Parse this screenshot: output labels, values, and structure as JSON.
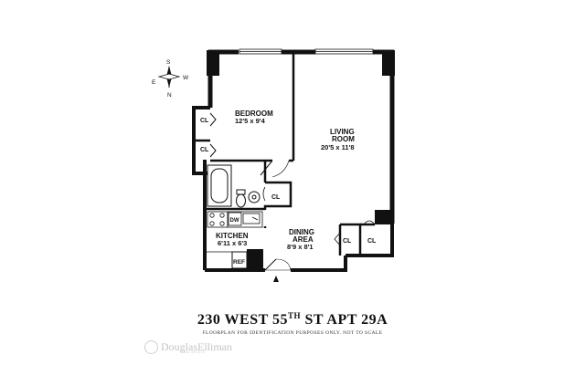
{
  "rooms": {
    "bedroom": {
      "name": "BEDROOM",
      "dims": "12'5 x 9'4"
    },
    "living": {
      "name1": "LIVING",
      "name2": "ROOM",
      "dims": "20'5 x 11'8"
    },
    "kitchen": {
      "name": "KITCHEN",
      "dims": "6'11 x 6'3"
    },
    "dining": {
      "name1": "DINING",
      "name2": "AREA",
      "dims": "8'9 x 8'1"
    }
  },
  "fixtures": {
    "closet": "CL",
    "dishwasher": "DW",
    "refrigerator": "REF"
  },
  "compass": {
    "s": "S",
    "w": "W",
    "e": "E",
    "n": "N"
  },
  "title": {
    "pre": "230 WEST 55",
    "sup": "TH",
    "post": " ST APT 29A"
  },
  "disclaimer": "FLOORPLAN FOR IDENTIFICATION PURPOSES ONLY. NOT TO SCALE",
  "brand": {
    "name": "DouglasElliman",
    "tag": "REAL ESTATE"
  }
}
